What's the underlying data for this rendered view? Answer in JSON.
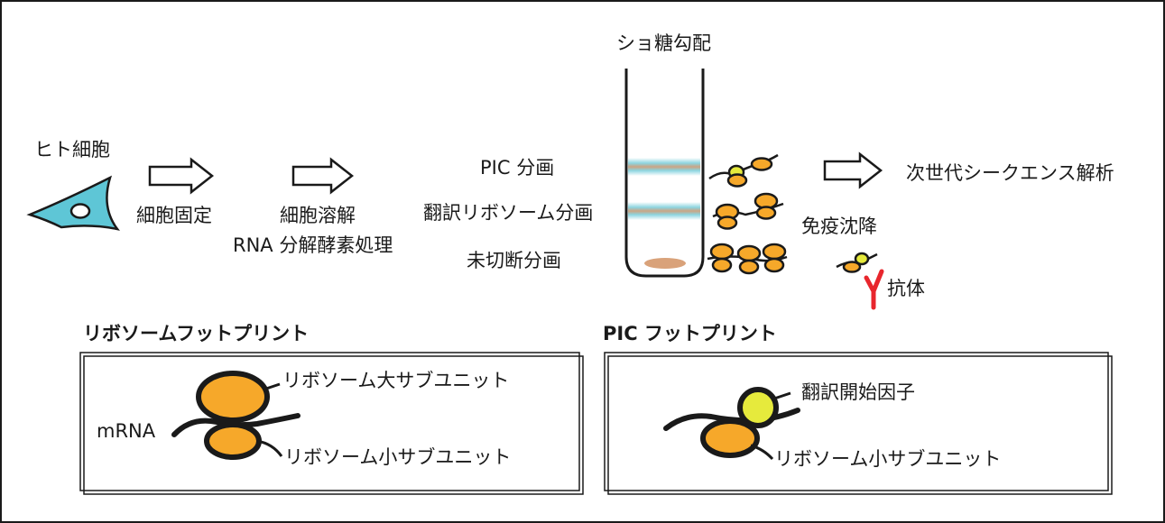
{
  "labels": {
    "human_cells": "ヒト細胞",
    "cell_fixation": "細胞固定",
    "cell_lysis": "細胞溶解",
    "rnase_treatment": "RNA 分解酵素処理",
    "sucrose_gradient": "ショ糖勾配",
    "pic_fraction": "PIC 分画",
    "translating_ribosome_fraction": "翻訳リボソーム分画",
    "uncut_fraction": "未切断分画",
    "immunoprecipitation": "免疫沈降",
    "antibody": "抗体",
    "next_gen_sequencing": "次世代シークエンス解析"
  },
  "ribosome_panel": {
    "title": "リボソームフットプリント",
    "mrna": "mRNA",
    "large_subunit": "リボソーム大サブユニット",
    "small_subunit": "リボソーム小サブユニット"
  },
  "pic_panel": {
    "title": "PIC フットプリント",
    "initiation_factor": "翻訳開始因子",
    "small_subunit": "リボソーム小サブユニット"
  },
  "colors": {
    "ribosome": "#f6a82a",
    "initiation_factor": "#e6ea3c",
    "cell": "#5ec6d6",
    "antibody": "#e8262d",
    "pellet": "#d9a27a",
    "band_cyan": "#7fd0dc",
    "band_brown": "#c79a74"
  }
}
